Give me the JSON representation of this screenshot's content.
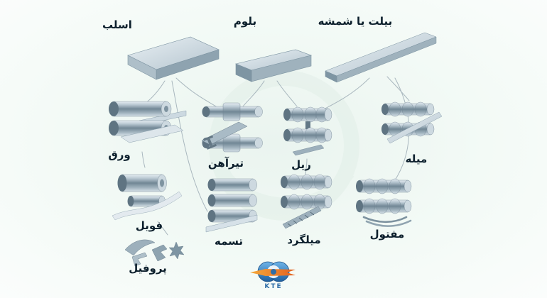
{
  "diagram_title": "steel-semi-finished-and-rolled-products",
  "colors": {
    "background_tint": "#eaf4ef",
    "label_text": "#0c1f2c",
    "connector": "#a9b7be",
    "metal_light": "#e6edf2",
    "metal_dark": "#5f7482",
    "logo_blue": "#2f6ea8",
    "logo_orange": "#e8731f"
  },
  "raw_materials": [
    {
      "id": "slab",
      "label": "اسلب"
    },
    {
      "id": "bloom",
      "label": "بلوم"
    },
    {
      "id": "billet",
      "label": "بیلت یا شمشه"
    }
  ],
  "products": [
    {
      "id": "sheet",
      "label": "ورق"
    },
    {
      "id": "ibeam",
      "label": "تیرآهن"
    },
    {
      "id": "rail",
      "label": "ریل"
    },
    {
      "id": "rod",
      "label": "میله"
    },
    {
      "id": "foil",
      "label": "فویل"
    },
    {
      "id": "strip",
      "label": "تسمه"
    },
    {
      "id": "rebar",
      "label": "میلگرد"
    },
    {
      "id": "wire",
      "label": "مفتول"
    },
    {
      "id": "profile",
      "label": "پروفیل"
    }
  ],
  "logo": {
    "text": "KTE"
  }
}
